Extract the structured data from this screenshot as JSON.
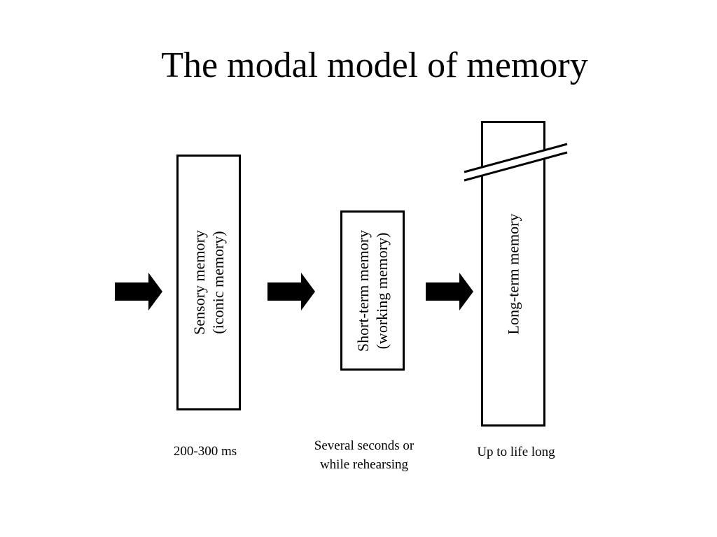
{
  "title": "The modal model of memory",
  "stores": [
    {
      "label_lines": [
        "Sensory memory",
        "(iconic memory)"
      ],
      "duration_lines": [
        "200-300 ms"
      ]
    },
    {
      "label_lines": [
        "Short-term memory",
        "(working memory)"
      ],
      "duration_lines": [
        "Several seconds or",
        "while rehearsing"
      ]
    },
    {
      "label_lines": [
        "Long-term memory"
      ],
      "duration_lines": [
        "Up to life long"
      ]
    }
  ]
}
